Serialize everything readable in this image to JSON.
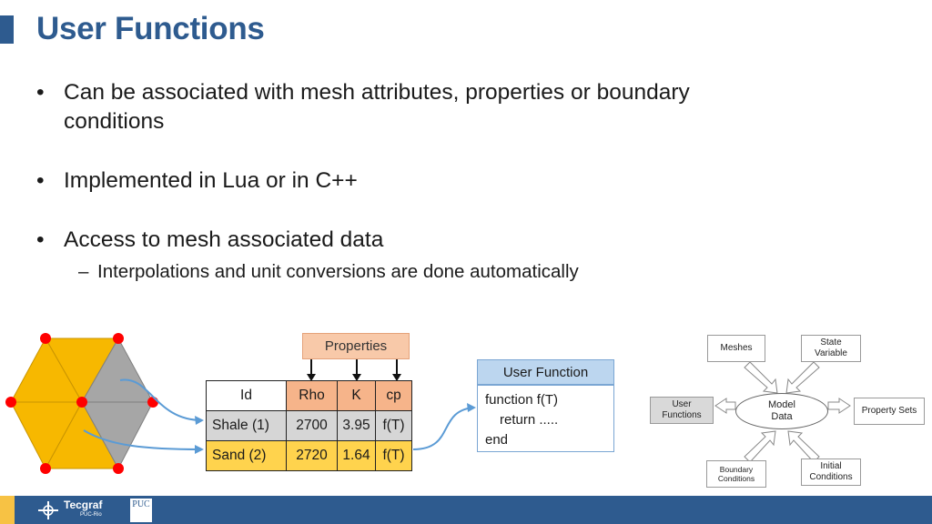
{
  "slide": {
    "title": "User Functions",
    "bullets": [
      {
        "marker": "•",
        "text": "Can be associated with mesh attributes, properties or boundary conditions"
      },
      {
        "marker": "•",
        "text": "Implemented in Lua or in C++"
      },
      {
        "marker": "•",
        "text": "Access to mesh associated data"
      }
    ],
    "sub_bullet": {
      "marker": "–",
      "text": "Interpolations and unit conversions are done automatically"
    }
  },
  "properties_diagram": {
    "label": "Properties",
    "table": {
      "header": [
        "Id",
        "Rho",
        "K",
        "cp"
      ],
      "rows": [
        [
          "Shale (1)",
          "2700",
          "3.95",
          "f(T)"
        ],
        [
          "Sand (2)",
          "2720",
          "1.64",
          "f(T)"
        ]
      ]
    }
  },
  "user_function_box": {
    "header": "User Function",
    "code": [
      "function f(T)",
      "return .....",
      "end"
    ]
  },
  "model_diagram": {
    "center": [
      "Model",
      "Data"
    ],
    "nodes": {
      "meshes": "Meshes",
      "state_variable": [
        "State",
        "Variable"
      ],
      "user_functions": [
        "User",
        "Functions"
      ],
      "property_sets": "Property Sets",
      "boundary_conditions": [
        "Boundary",
        "Conditions"
      ],
      "initial_conditions": [
        "Initial",
        "Conditions"
      ]
    }
  },
  "footer": {
    "logo_text": "Tecgraf",
    "logo_subtext": "PUC-Rio",
    "puc_text": "PUC"
  },
  "colors": {
    "title": "#2e5b8f",
    "footer": "#2e5b8f",
    "mesh_yellow": "#f7b800",
    "mesh_gray": "#a6a6a6",
    "node_red": "#ff0000",
    "properties_fill": "#f8c9a9",
    "user_function_header": "#bcd6ef"
  }
}
